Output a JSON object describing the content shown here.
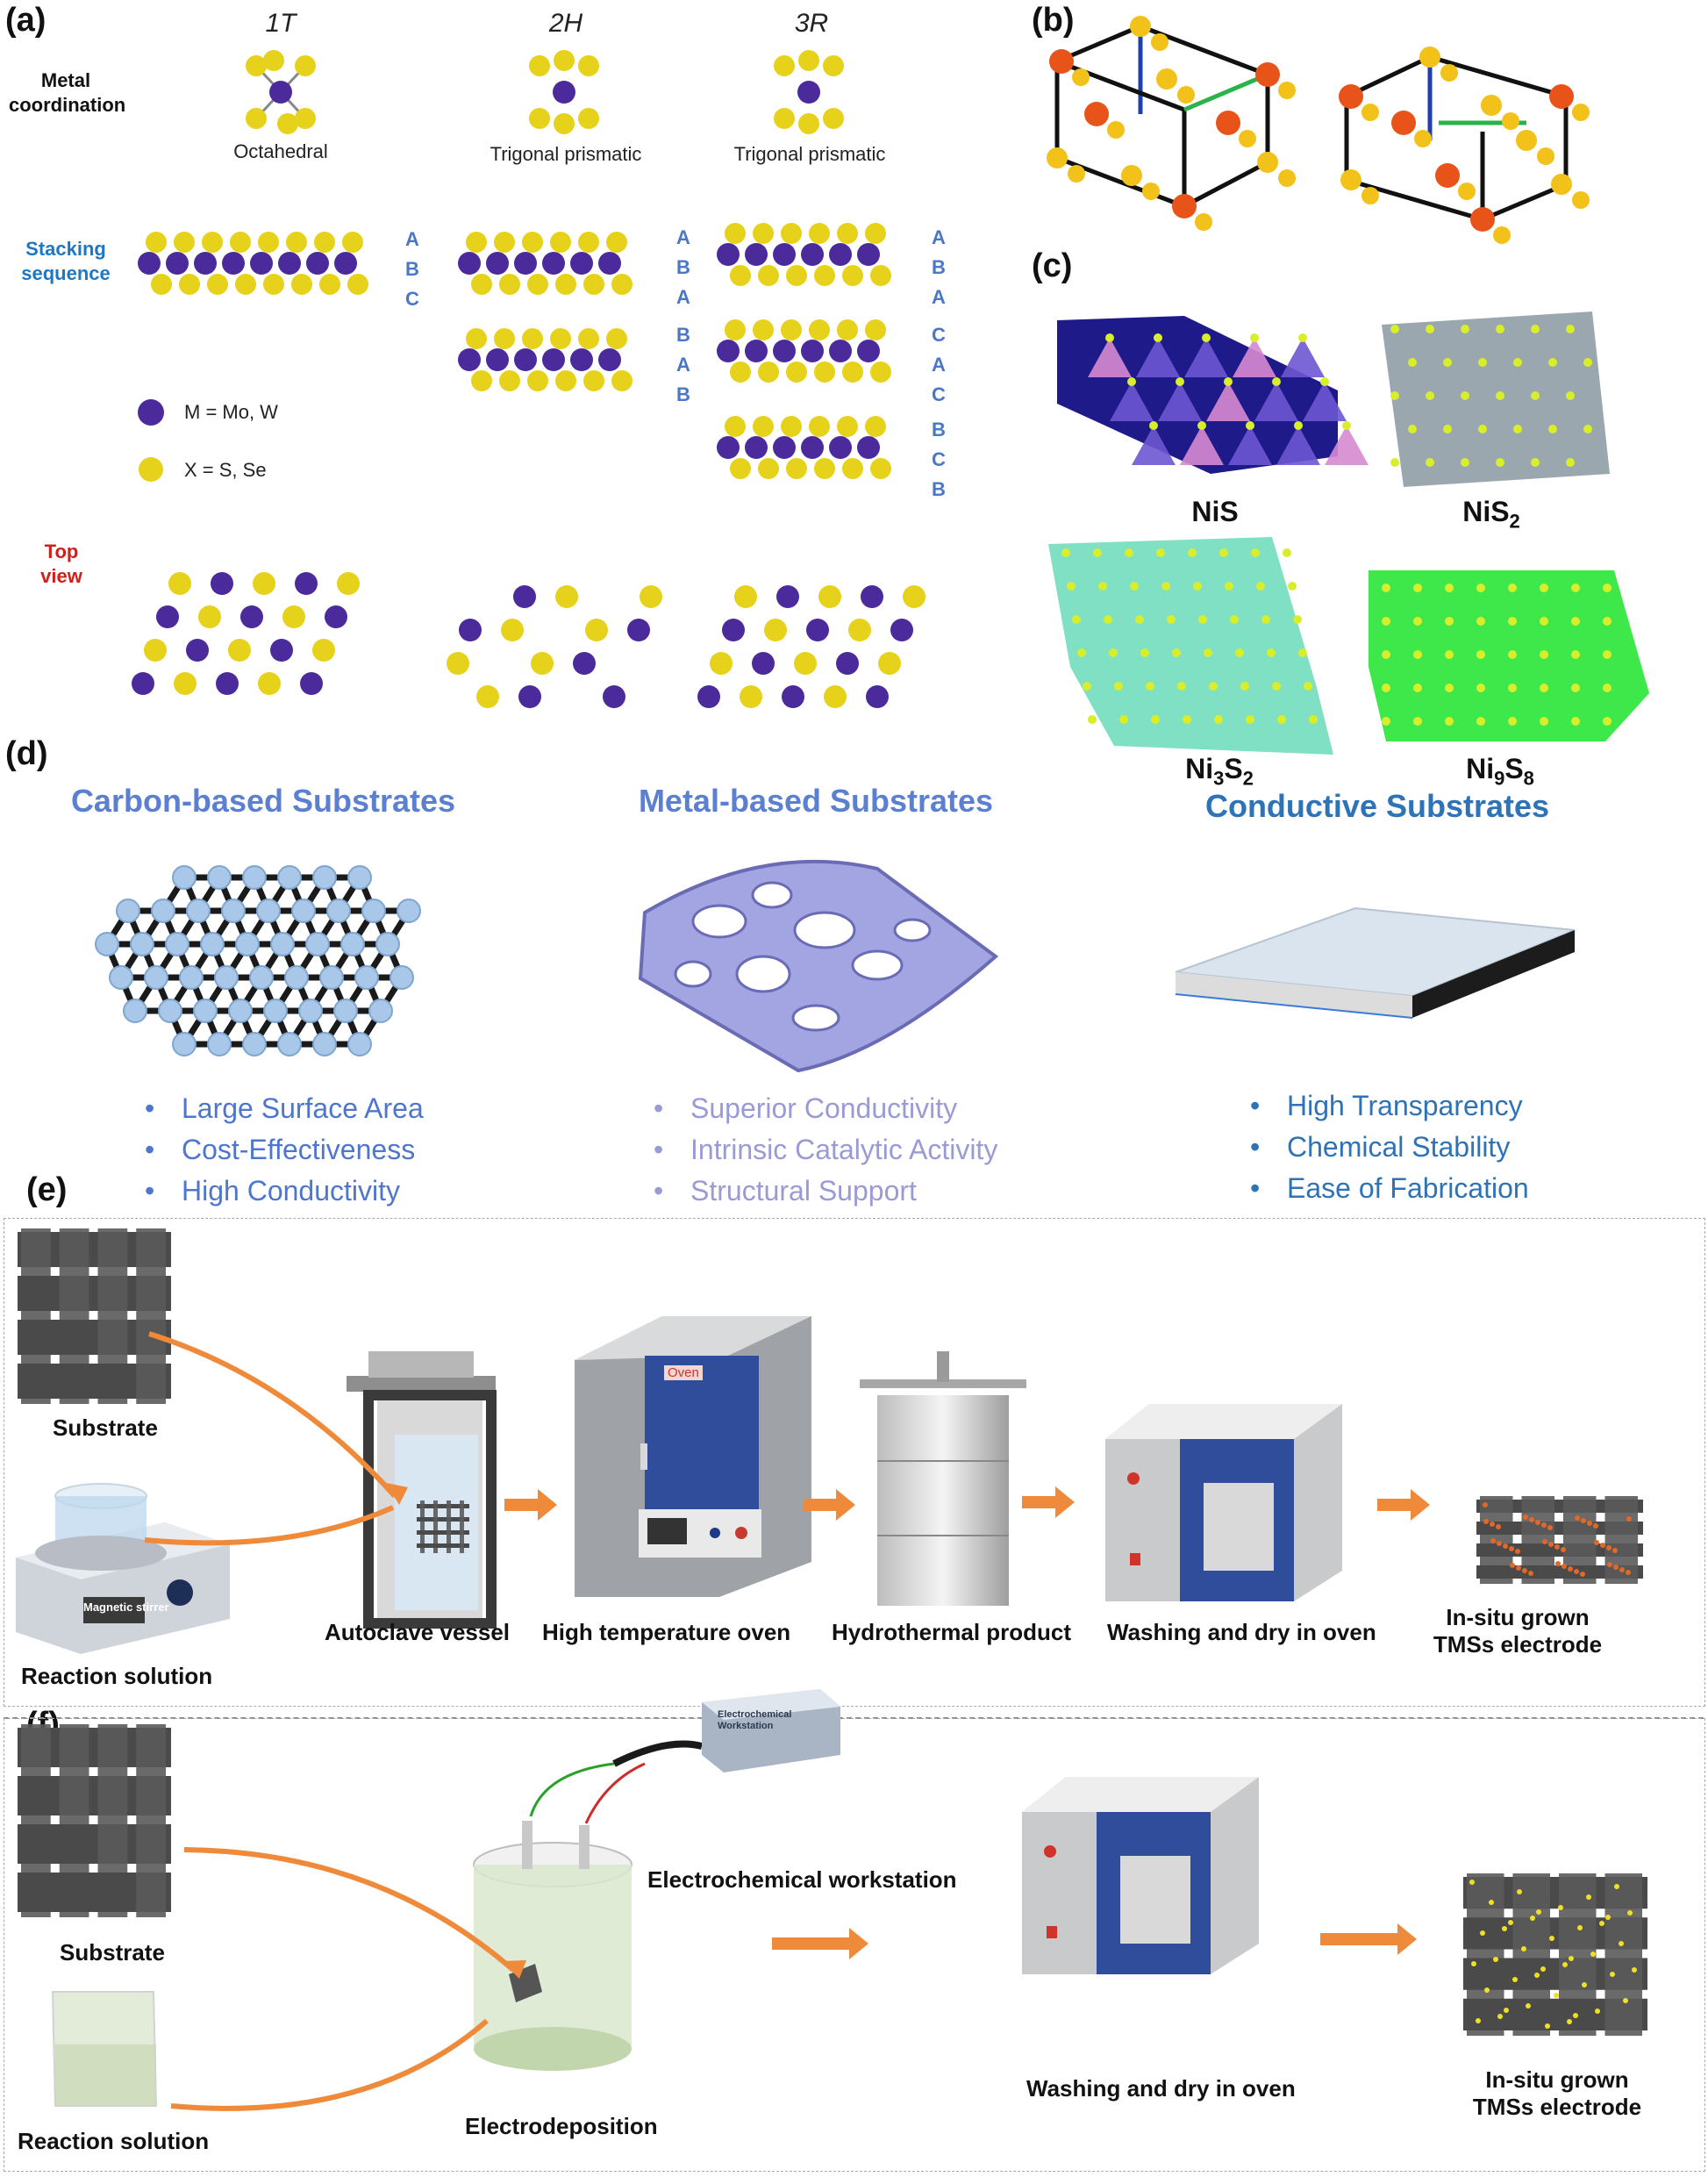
{
  "panels": {
    "a": "(a)",
    "b": "(b)",
    "c": "(c)",
    "d": "(d)",
    "e": "(e)",
    "f": "(f)"
  },
  "panel_a": {
    "columns": [
      "1T",
      "2H",
      "3R"
    ],
    "row_metal": "Metal coordination",
    "coordination": [
      "Octahedral",
      "Trigonal prismatic",
      "Trigonal prismatic"
    ],
    "row_stacking": "Stacking sequence",
    "row_top": "Top view",
    "stack_1t": [
      "A",
      "B",
      "C"
    ],
    "stack_2h_top": [
      "A",
      "B",
      "A"
    ],
    "stack_2h_bot": [
      "B",
      "A",
      "B"
    ],
    "stack_3r_1": [
      "A",
      "B",
      "A"
    ],
    "stack_3r_2": [
      "C",
      "A",
      "C"
    ],
    "stack_3r_3": [
      "B",
      "C",
      "B"
    ],
    "legend": {
      "metal": "M = Mo, W",
      "chalcogen": "X = S, Se"
    },
    "colors": {
      "metal": "#4b2a9c",
      "chalcogen": "#e6d21a",
      "stack_letters": "#4a78c7",
      "stacking_header": "#1f77c2",
      "top_header": "#d0201a"
    }
  },
  "panel_c": {
    "labels": {
      "nis": {
        "main": "NiS"
      },
      "nis2": {
        "main": "NiS",
        "sub": "2"
      },
      "ni3s2": {
        "a": "Ni",
        "s1": "3",
        "b": "S",
        "s2": "2"
      },
      "ni9s8": {
        "a": "Ni",
        "s1": "9",
        "b": "S",
        "s2": "8"
      }
    }
  },
  "panel_d": {
    "carbon": {
      "title": "Carbon-based Substrates",
      "items": [
        "Large Surface Area",
        "Cost-Effectiveness",
        "High Conductivity"
      ],
      "color": "#4f76cf"
    },
    "metal": {
      "title": "Metal-based Substrates",
      "items": [
        "Superior Conductivity",
        "Intrinsic Catalytic Activity",
        "Structural Support"
      ],
      "color": "#9a9ad6"
    },
    "conductive": {
      "title": "Conductive Substrates",
      "items": [
        "High Transparency",
        "Chemical Stability",
        "Ease of Fabrication"
      ],
      "color": "#2e72b8"
    }
  },
  "panel_e": {
    "substrate": "Substrate",
    "reaction": "Reaction solution",
    "stirrer_text": "Magnetic stirrer",
    "steps": [
      "Autoclave vessel",
      "High temperature oven",
      "Hydrothermal product",
      "Washing and dry in oven"
    ],
    "final_line1": "In-situ grown",
    "final_line2": "TMSs electrode",
    "oven_tag": "Oven"
  },
  "panel_f": {
    "substrate": "Substrate",
    "reaction": "Reaction solution",
    "electrodeposition": "Electrodeposition",
    "workstation": "Electrochemical workstation",
    "workstation_tag": "Electrochemical Workstation",
    "wash": "Washing and dry in oven",
    "final_line1": "In-situ grown",
    "final_line2": "TMSs electrode"
  },
  "accent": {
    "arrow": "#ee8a3a",
    "oven_blue": "#2f4d9b"
  }
}
